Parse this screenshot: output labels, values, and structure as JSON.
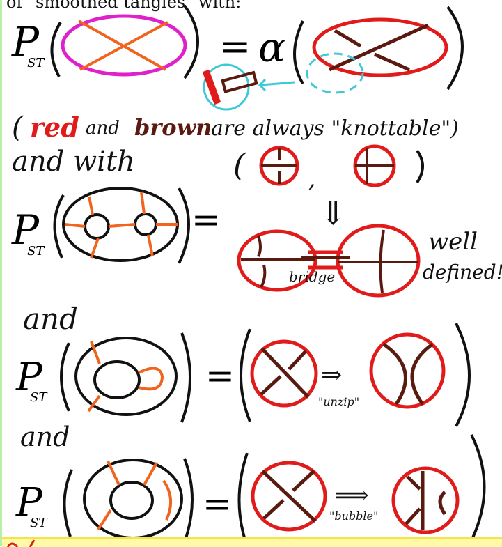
{
  "header": {
    "partial_text": "of \"smoothed tangles\" with:"
  },
  "labels": {
    "p_st": "P",
    "p_st_sub": "ST",
    "alpha": "α",
    "red_word": "red",
    "and_word": "and",
    "brown_word": "brown",
    "always_knottable": "are always \"knottable\")",
    "open_paren": "(",
    "and_with": "and with",
    "comma": ",",
    "down_arrow": "⇓",
    "bridge": "bridge",
    "well_defined_1": "well",
    "well_defined_2": "defined!",
    "and_2": "and",
    "unzip": "\"unzip\"",
    "and_3": "and",
    "bubble": "\"bubble\"",
    "equals": "="
  },
  "colors": {
    "magenta": "#e020c8",
    "red": "#e11a1a",
    "orange": "#f0641e",
    "brown": "#5a1a10",
    "ink": "#111111",
    "cyan": "#3fc8d8",
    "highlight": "#fff9a8"
  }
}
